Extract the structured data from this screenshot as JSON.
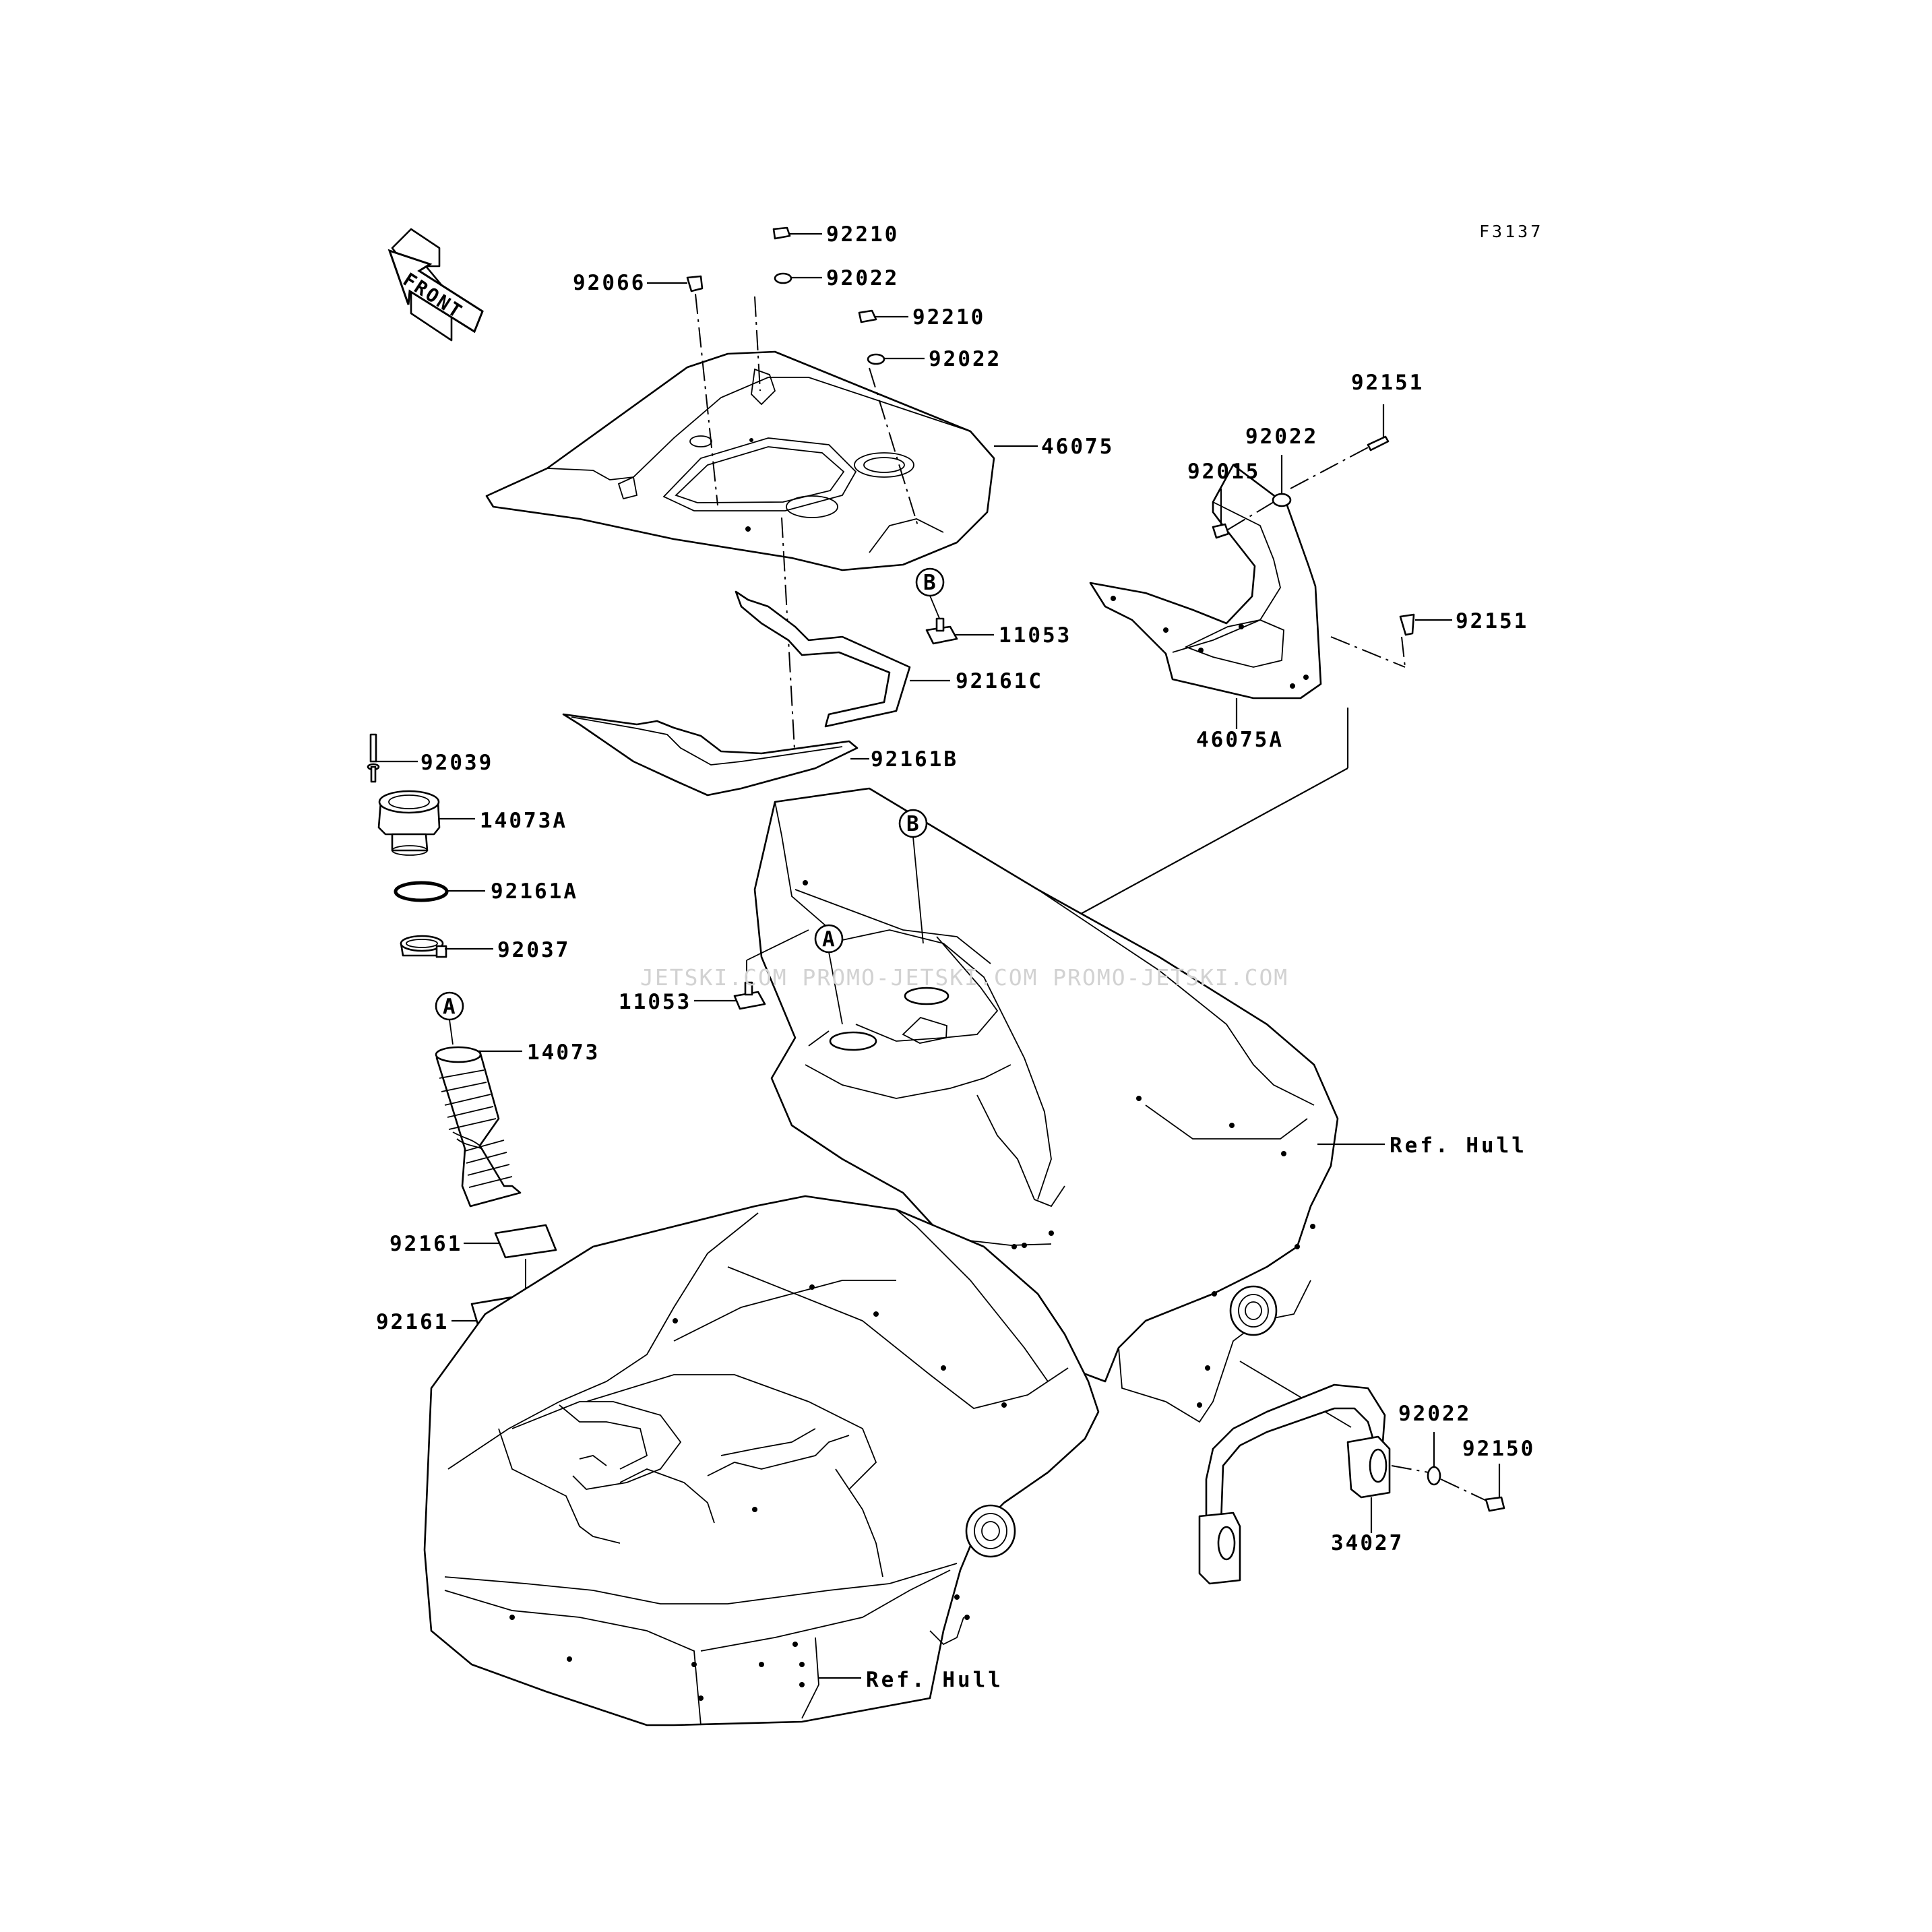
{
  "figure_code": "F3137",
  "front_arrow_label": "FRONT",
  "watermark": "JETSKI.COM  PROMO-JETSKI.COM  PROMO-JETSKI.COM",
  "callouts": {
    "p92210_top": "92210",
    "p92022_top": "92022",
    "p92066": "92066",
    "p92210_mid": "92210",
    "p92022_mid": "92022",
    "p46075": "46075",
    "p92151_top": "92151",
    "p92022_right": "92022",
    "p92015": "92015",
    "p92151_right": "92151",
    "p46075A": "46075A",
    "p11053_upper": "11053",
    "p92161C": "92161C",
    "p92161B": "92161B",
    "p92039": "92039",
    "p14073A": "14073A",
    "p92161A": "92161A",
    "p92037": "92037",
    "p14073": "14073",
    "p11053_lower": "11053",
    "ref_hull_upper": "Ref. Hull",
    "ref_hull_lower": "Ref. Hull",
    "p92161_a": "92161",
    "p92161_b": "92161",
    "p92022_bottom": "92022",
    "p92150": "92150",
    "p34027": "34027"
  },
  "markers": {
    "b_upper": "B",
    "b_hull": "B",
    "a_hull": "A",
    "a_hose": "A"
  }
}
